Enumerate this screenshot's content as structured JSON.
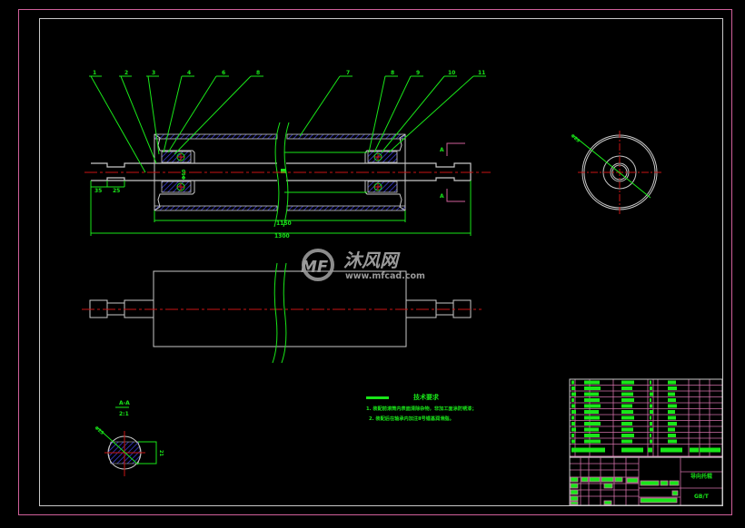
{
  "drawing": {
    "title": "Roller assembly drawing",
    "colors": {
      "background": "#000000",
      "outer_border": "#d0609a",
      "inner_frame": "#c8c8c8",
      "outline": "#c8c8c8",
      "dimension": "#19e619",
      "centerline": "#c81414",
      "hatch": "#3a3ad0",
      "table_grid": "#d070a8",
      "table_fill": "#19e619"
    }
  },
  "balloons": [
    "1",
    "2",
    "3",
    "4",
    "6",
    "8",
    "7",
    "8",
    "9",
    "10",
    "11"
  ],
  "dimensions": {
    "overall_length": "1300",
    "tube_length": "1150",
    "shaft_d1": "35",
    "shaft_d2": "25",
    "bearing_dim": "Φ60",
    "end_view_dia": "Φ89",
    "section_dia": "Φ25",
    "section_width": "21"
  },
  "section": {
    "cut_label_top": "A",
    "cut_label_bottom": "A",
    "view_title": "A-A",
    "view_scale": "2:1"
  },
  "watermark": {
    "brand_cn": "沐风网",
    "url": "www.mfcad.com",
    "logo_text": "MF"
  },
  "tech_requirements": {
    "title": "技术要求",
    "items": [
      "1. 装配前滚筒内表面清除杂物，非加工面涂防锈漆；",
      "2. 装配后在轴承内加注Ⅱ号锂基润滑脂。"
    ]
  },
  "title_block": {
    "part_name": "导向托辊",
    "drawing_number": "GB/T",
    "parts_list_rows": 11
  }
}
